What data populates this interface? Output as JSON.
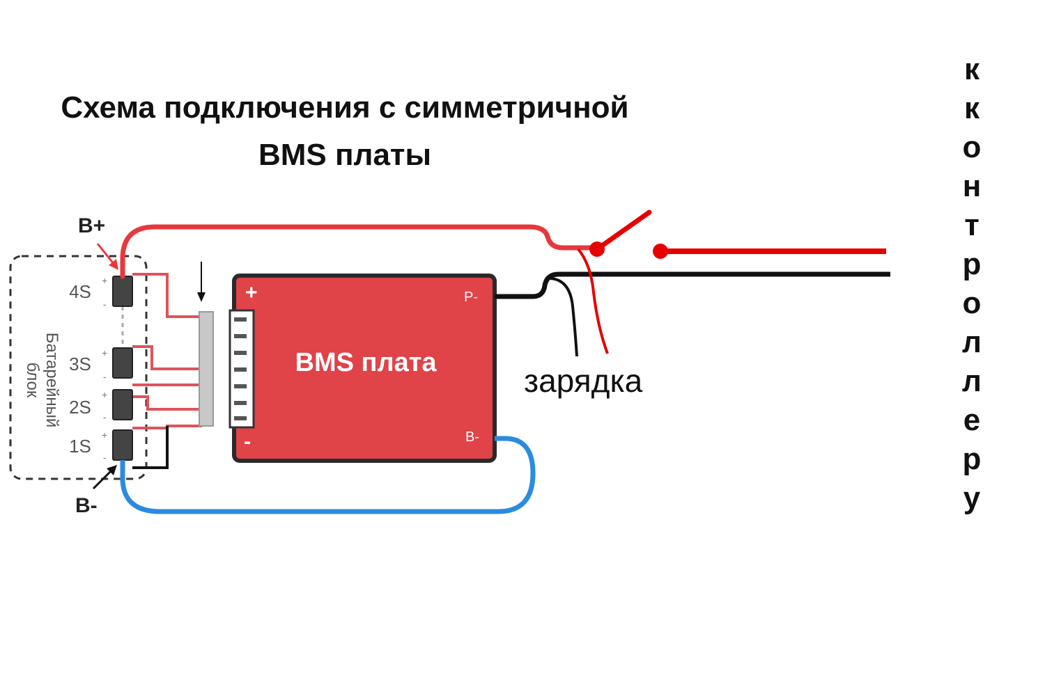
{
  "title": {
    "line1": "Схема подключения с симметричной",
    "line2": "BMS платы"
  },
  "side_label": "к\nк\nо\nн\nт\nр\nо\nл\nл\nе\nр\nу",
  "battery_pack": {
    "label": "Батарейный блок",
    "cells": [
      "4S",
      "3S",
      "2S",
      "1S"
    ]
  },
  "terminals": {
    "b_plus": "B+",
    "b_minus": "B-"
  },
  "bms_board": {
    "label": "BMS плата",
    "plus": "+",
    "minus": "-",
    "p_minus": "P-",
    "b_minus": "B-"
  },
  "charging_label": "зарядка",
  "colors": {
    "positive_wire": "#e8383d",
    "negative_wire": "#111111",
    "b_minus_wire": "#2b8be0",
    "balance_wire": "#e0535a",
    "board": "#e04348",
    "switch": "#e60000"
  }
}
